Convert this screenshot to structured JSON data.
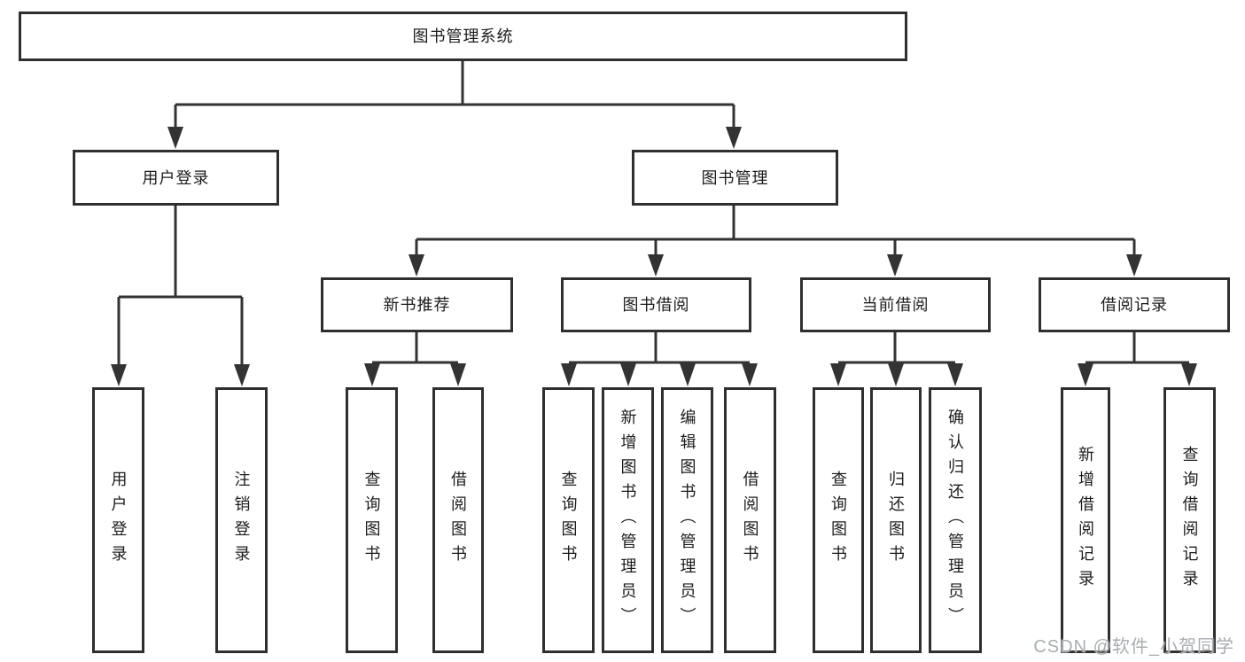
{
  "tree": {
    "root": {
      "label": "图书管理系统"
    },
    "branches": [
      {
        "label": "用户登录",
        "children": [
          {
            "label": "用户登录"
          },
          {
            "label": "注销登录"
          }
        ]
      },
      {
        "label": "图书管理",
        "children": [
          {
            "label": "新书推荐",
            "children": [
              {
                "label": "查询图书"
              },
              {
                "label": "借阅图书"
              }
            ]
          },
          {
            "label": "图书借阅",
            "children": [
              {
                "label": "查询图书"
              },
              {
                "label": "新增图书（管理员）"
              },
              {
                "label": "编辑图书（管理员）"
              },
              {
                "label": "借阅图书"
              }
            ]
          },
          {
            "label": "当前借阅",
            "children": [
              {
                "label": "查询图书"
              },
              {
                "label": "归还图书"
              },
              {
                "label": "确认归还（管理员）"
              }
            ]
          },
          {
            "label": "借阅记录",
            "children": [
              {
                "label": "新增借阅记录"
              },
              {
                "label": "查询借阅记录"
              }
            ]
          }
        ]
      }
    ]
  },
  "watermark": {
    "text": "CSDN @软件_小贺同学"
  },
  "colors": {
    "line": "#333333",
    "box_border": "#2f2f2f",
    "text": "#1c1c1c",
    "watermark": "#a9adb2",
    "background": "#ffffff"
  }
}
